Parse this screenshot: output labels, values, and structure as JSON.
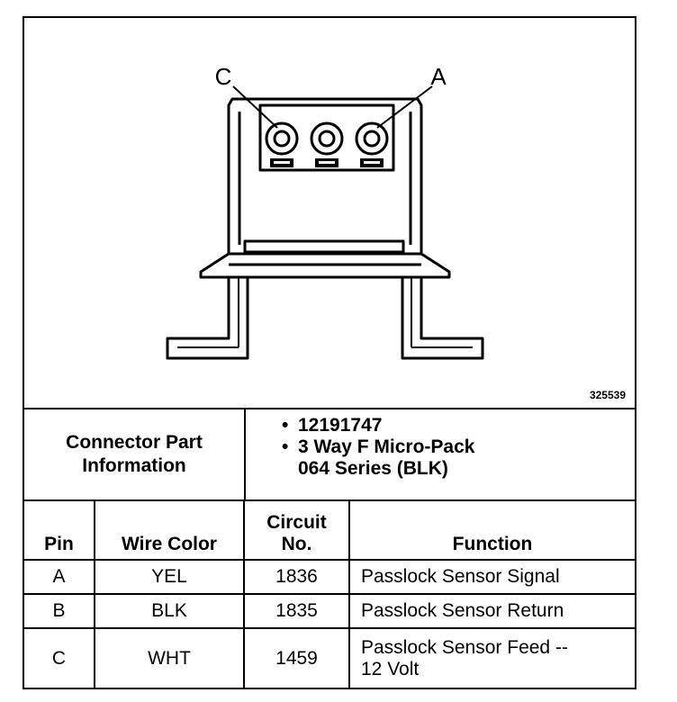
{
  "diagram": {
    "pin_label_c": "C",
    "pin_label_a": "A",
    "figure_id": "325539"
  },
  "connector_info": {
    "label_line1": "Connector Part",
    "label_line2": "Information",
    "part_number": "12191747",
    "description_line1": "3 Way F Micro-Pack",
    "description_line2": "064 Series (BLK)"
  },
  "table": {
    "headers": {
      "pin": "Pin",
      "wire_color": "Wire Color",
      "circuit_line1": "Circuit",
      "circuit_line2": "No.",
      "function": "Function"
    },
    "rows": [
      {
        "pin": "A",
        "wire_color": "YEL",
        "circuit": "1836",
        "function_line1": "Passlock Sensor Signal",
        "function_line2": ""
      },
      {
        "pin": "B",
        "wire_color": "BLK",
        "circuit": "1835",
        "function_line1": "Passlock Sensor Return",
        "function_line2": ""
      },
      {
        "pin": "C",
        "wire_color": "WHT",
        "circuit": "1459",
        "function_line1": "Passlock Sensor Feed --",
        "function_line2": "12 Volt"
      }
    ]
  }
}
